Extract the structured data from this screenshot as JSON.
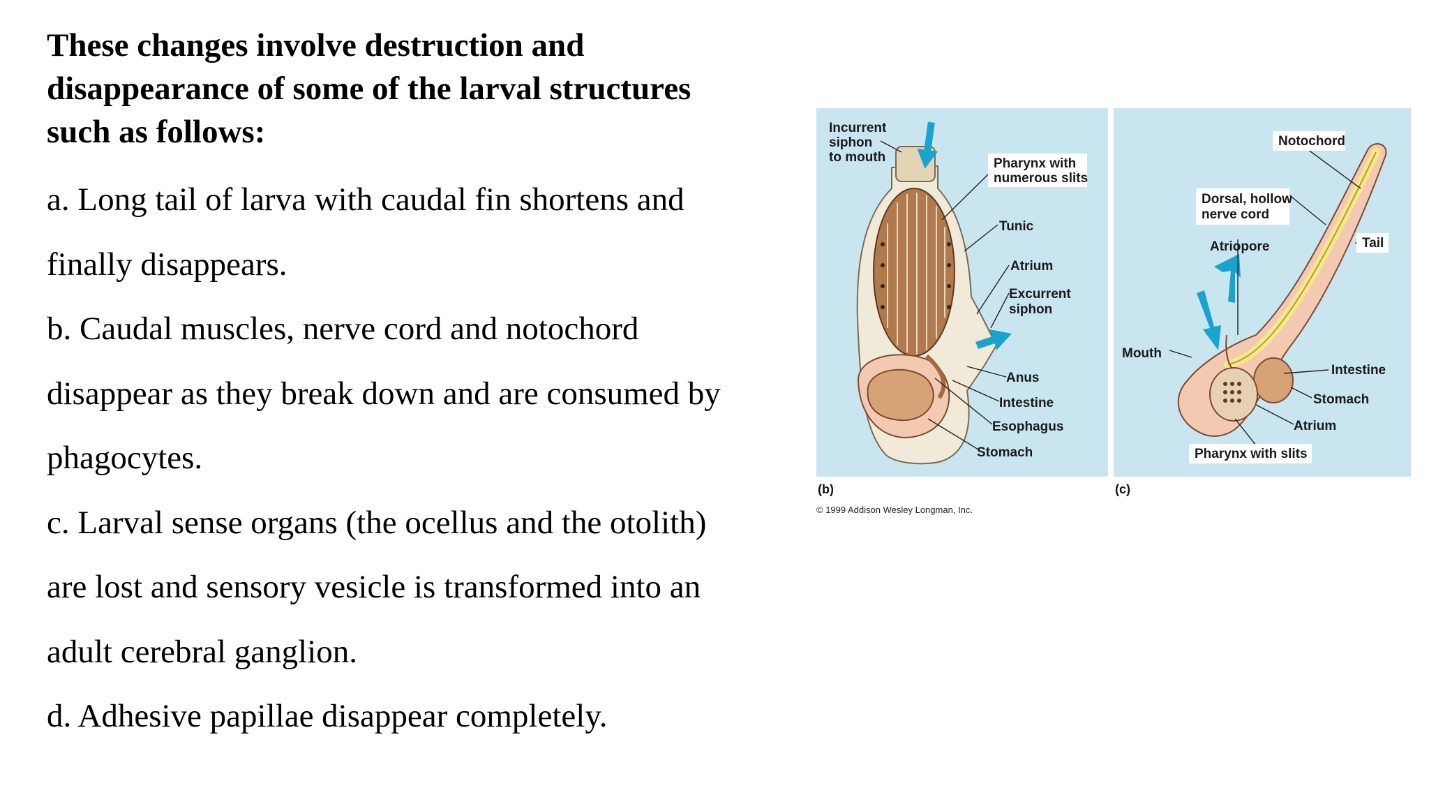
{
  "heading": {
    "lines": [
      "These changes involve destruction and",
      "disappearance of some of the larval structures",
      "such as follows:"
    ]
  },
  "points": [
    "a. Long tail of larva with caudal fin shortens and",
    "finally disappears.",
    "b. Caudal muscles, nerve cord and notochord",
    "disappear as they break down and are consumed by",
    "phagocytes.",
    "c. Larval sense organs (the ocellus and the otolith)",
    "are lost and sensory vesicle is transformed into an",
    "adult cerebral ganglion.",
    "d. Adhesive papillae disappear completely."
  ],
  "figure": {
    "panel_b": {
      "letter": "(b)",
      "labels": {
        "incurrent": [
          "Incurrent",
          "siphon",
          "to mouth"
        ],
        "pharynx": [
          "Pharynx with",
          "numerous slits"
        ],
        "tunic": "Tunic",
        "atrium": "Atrium",
        "excurrent": [
          "Excurrent",
          "siphon"
        ],
        "anus": "Anus",
        "intestine": "Intestine",
        "esophagus": "Esophagus",
        "stomach": "Stomach"
      }
    },
    "panel_c": {
      "letter": "(c)",
      "labels": {
        "notochord": "Notochord",
        "nerve_cord": [
          "Dorsal, hollow",
          "nerve cord"
        ],
        "atriopore": "Atriopore",
        "tail": "Tail",
        "mouth": "Mouth",
        "intestine": "Intestine",
        "stomach": "Stomach",
        "atrium": "Atrium",
        "pharynx": "Pharynx with slits"
      }
    },
    "copyright": "© 1999 Addison Wesley Longman, Inc.",
    "colors": {
      "background": "#c9e6f0",
      "tunic": "#f1ead8",
      "pharynx": "#b07a4e",
      "gut": "#d8a277",
      "arrow": "#1aa3cf",
      "nerve": "#f5e98a"
    }
  }
}
